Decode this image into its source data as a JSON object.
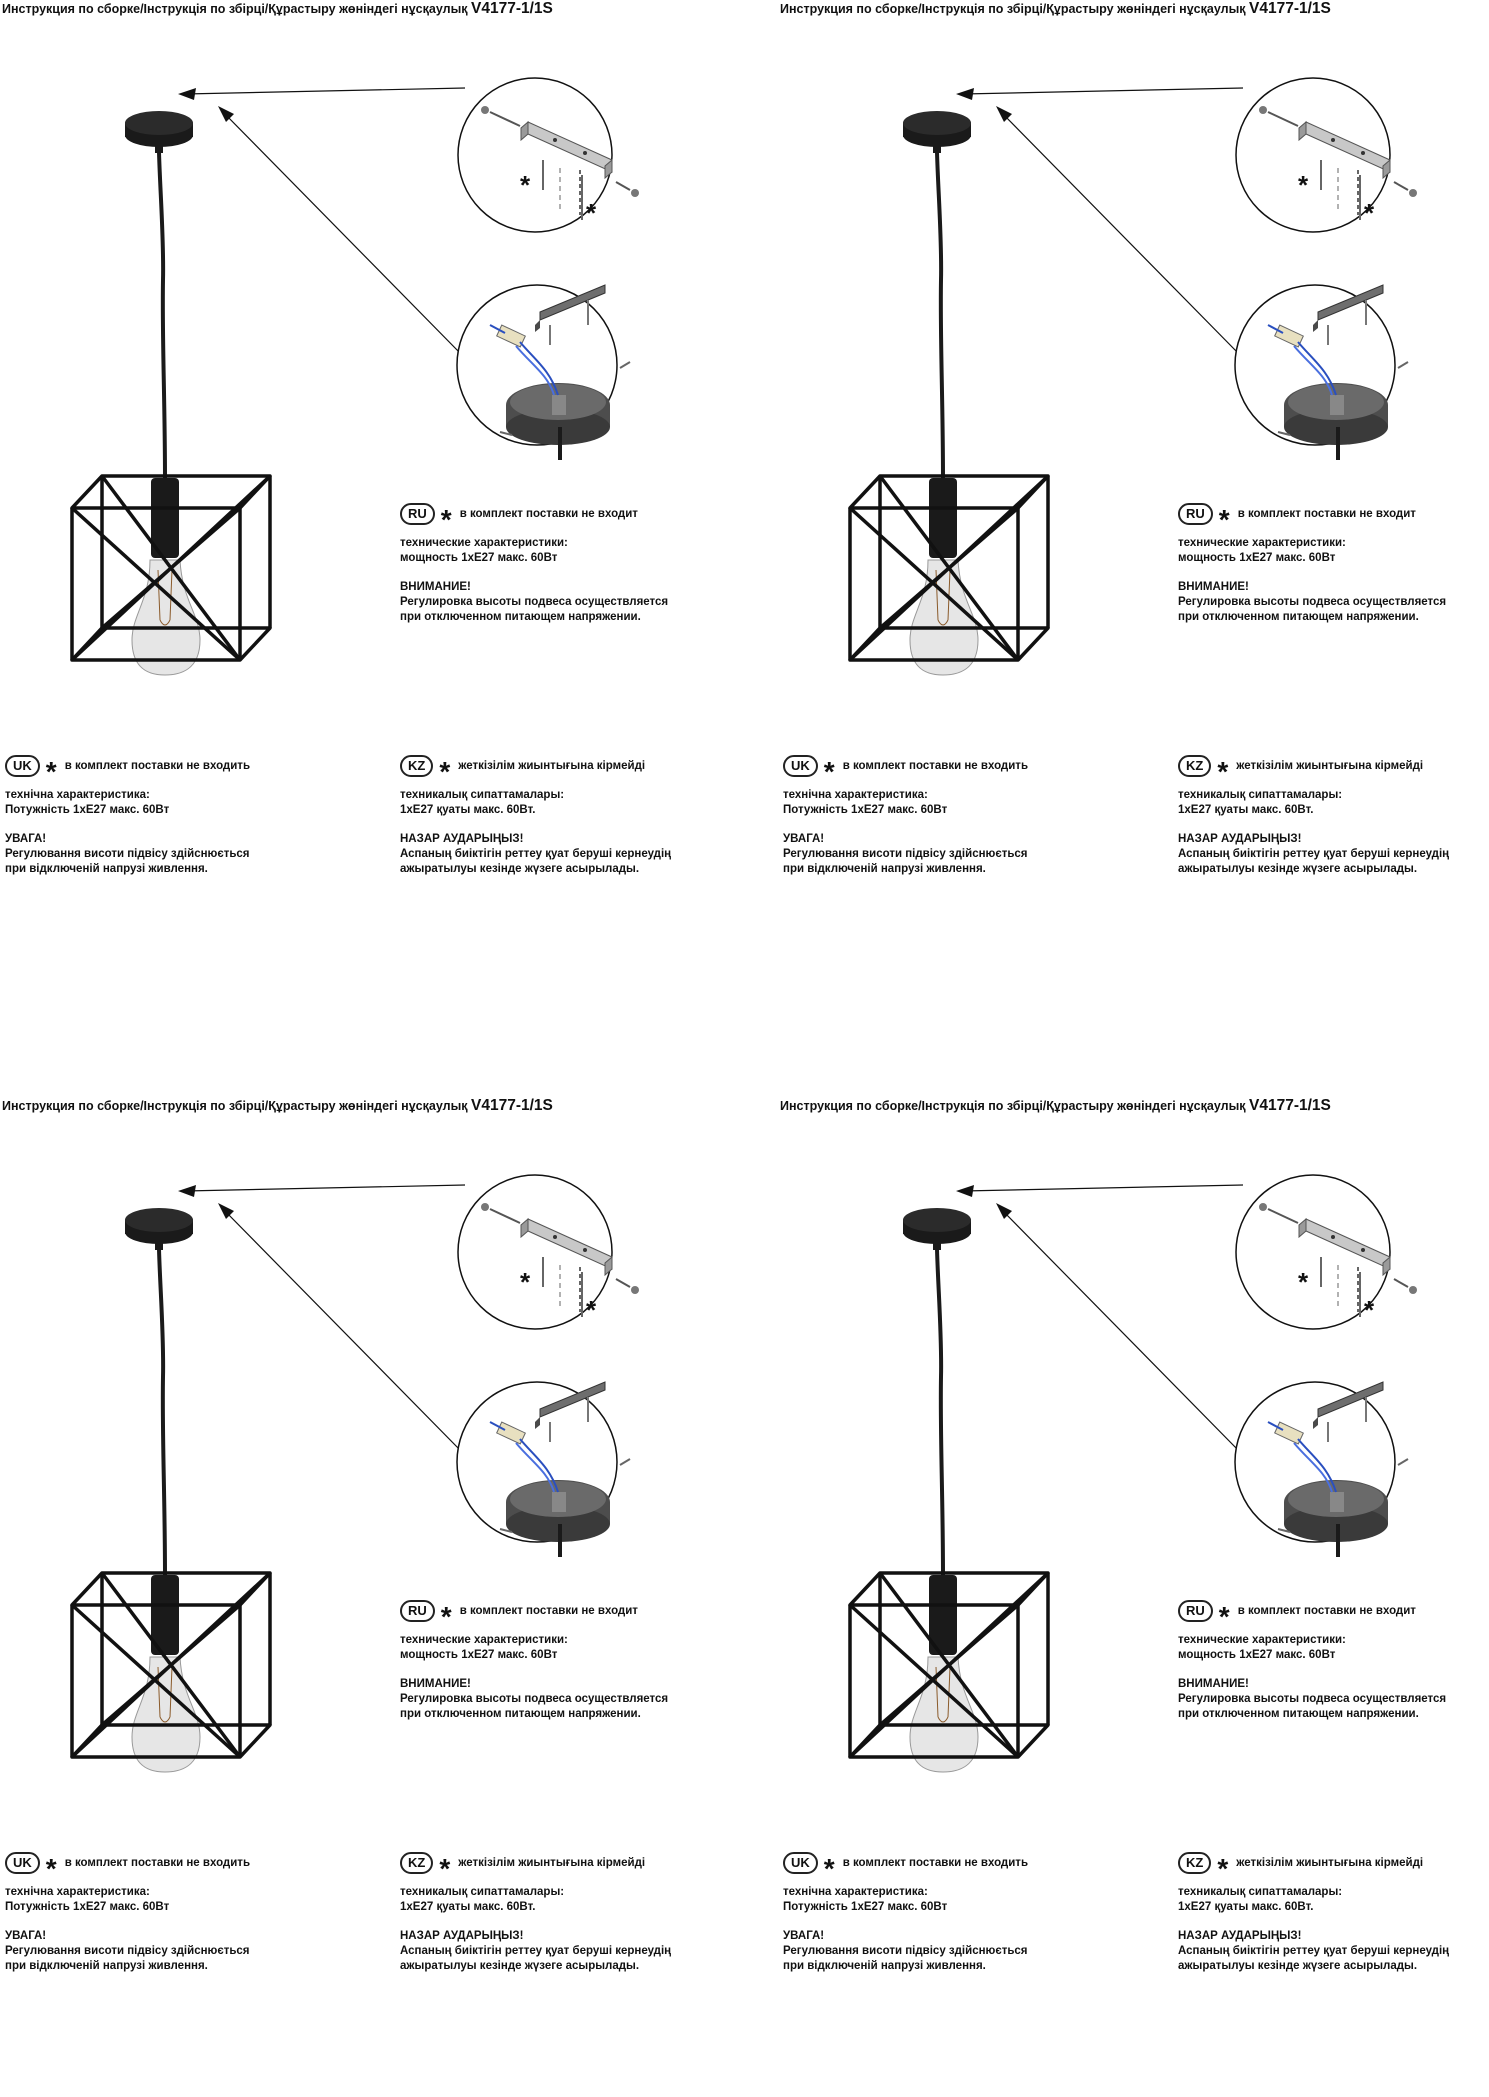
{
  "doc": {
    "title_text": "Инструкция по сборке/Інструкція по збірці/Құрастыру жөніндегі нұсқаулық",
    "model_code": "V4177-1/1S",
    "ru": {
      "badge": "RU",
      "not_included": "в комплект поставки не входит",
      "spec_title": "технические характеристики:",
      "spec_value": "мощность 1хЕ27 макс. 60Вт",
      "warning_title": "ВНИМАНИЕ!",
      "warning_line1": "Регулировка высоты подвеса осуществляется",
      "warning_line2": "при отключенном питающем напряжении."
    },
    "uk": {
      "badge": "UK",
      "not_included": "в комплект поставки не входить",
      "spec_title": "технічна характеристика:",
      "spec_value": "Потужність 1хЕ27 макс. 60Вт",
      "warning_title": "УВАГА!",
      "warning_line1": "Регулювання висоти підвісу здійснюється",
      "warning_line2": "при відключеній напрузі живлення."
    },
    "kz": {
      "badge": "KZ",
      "not_included": "жеткізілім жиынтығына кірмейді",
      "spec_title": "техникалық сипаттамалары:",
      "spec_value": "1хЕ27 қуаты макс. 60Вт.",
      "warning_title": "НАЗАР АУДАРЫҢЫЗ!",
      "warning_line1": "Аспаның биіктігін реттеу қуат беруші кернеудің",
      "warning_line2": "ажыратылуы кезінде жүзеге асырылады."
    },
    "asterisk": "*",
    "colors": {
      "ink": "#111111",
      "fixture": "#1a1a1a",
      "canopy_grey": "#555555",
      "bracket": "#bdbdbd",
      "wire_blue": "#2a4fbf"
    },
    "icons": [
      "canopy-icon",
      "cage-lamp-icon",
      "bulb-icon",
      "bracket-detail-icon",
      "wiring-detail-icon",
      "arrow-icon"
    ]
  }
}
